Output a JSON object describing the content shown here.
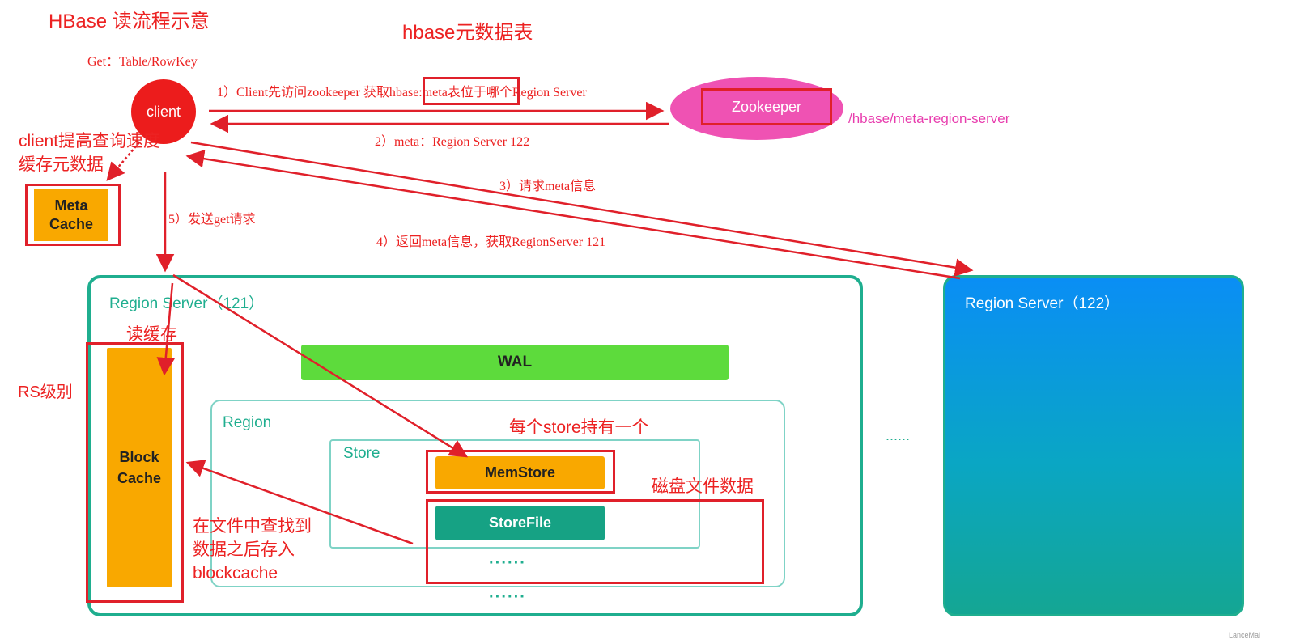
{
  "title": "HBase 读流程示意",
  "meta_table_title": "hbase元数据表",
  "get_label": "Get：Table/RowKey",
  "client_label": "client",
  "zookeeper_label": "Zookeeper",
  "zk_path": "/hbase/meta-region-server",
  "steps": {
    "step1_prefix": "1）Client先访问zookeeper 获取",
    "step1_highlight": "hbase:meta表",
    "step1_suffix": "位于哪个Region Server",
    "step2": "2）meta：Region Server 122",
    "step3": "3）请求meta信息",
    "step4": "4）返回meta信息，获取RegionServer 121",
    "step5": "5）发送get请求"
  },
  "client_cache_note_line1": "client提高查询速度",
  "client_cache_note_line2": "缓存元数据",
  "meta_cache_label_line1": "Meta",
  "meta_cache_label_line2": "Cache",
  "rs121_label": "Region Server（121）",
  "rs122_label": "Region Server（122）",
  "read_cache_note": "读缓存",
  "rs_level_note": "RS级别",
  "block_cache_line1": "Block",
  "block_cache_line2": "Cache",
  "wal_label": "WAL",
  "region_label": "Region",
  "store_label": "Store",
  "per_store_note": "每个store持有一个",
  "memstore_label": "MemStore",
  "disk_data_note": "磁盘文件数据",
  "storefile_label": "StoreFile",
  "inner_ellipsis": "······",
  "outer_ellipsis": "······",
  "between_ellipsis": "......",
  "found_note_line1": "在文件中查找到",
  "found_note_line2": "数据之后存入",
  "found_note_line3": "blockcache",
  "watermark": "LanceMai"
}
